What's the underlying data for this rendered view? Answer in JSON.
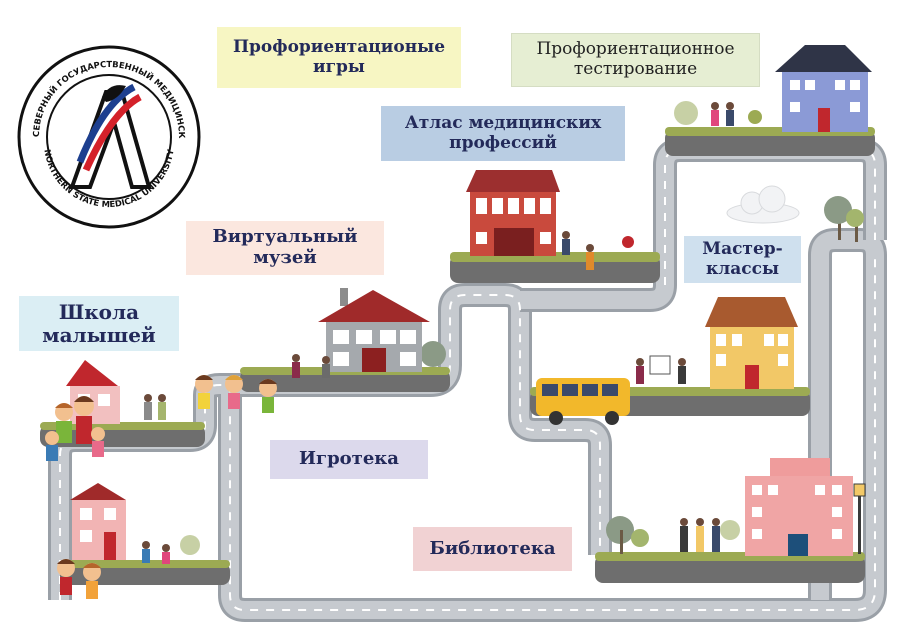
{
  "labels": {
    "games": "Профориентационые\nигры",
    "testing": "Профориентационное\nтестирование",
    "atlas": "Атлас медицинских\nпрофессий",
    "museum": "Виртуальный\nмузей",
    "masterclass": "Мастер-\nклассы",
    "school": "Школа\nмалышей",
    "playroom": "Игротека",
    "library": "Библиотека"
  },
  "logo": {
    "text_ru": "СЕВЕРНЫЙ ГОСУДАРСТВЕННЫЙ МЕДИЦИНСКИЙ УНИВЕРСИТЕТ",
    "text_en": "NORTHERN STATE MEDICAL UNIVERSITY"
  },
  "colors": {
    "road": "#bcc1c7",
    "road_edge": "#9aa0a7",
    "road_dash": "#ffffff",
    "grass": "#9caa53",
    "ground": "#6e6e6e",
    "logo_blue": "#1d3f8f",
    "logo_red": "#d4212a"
  }
}
